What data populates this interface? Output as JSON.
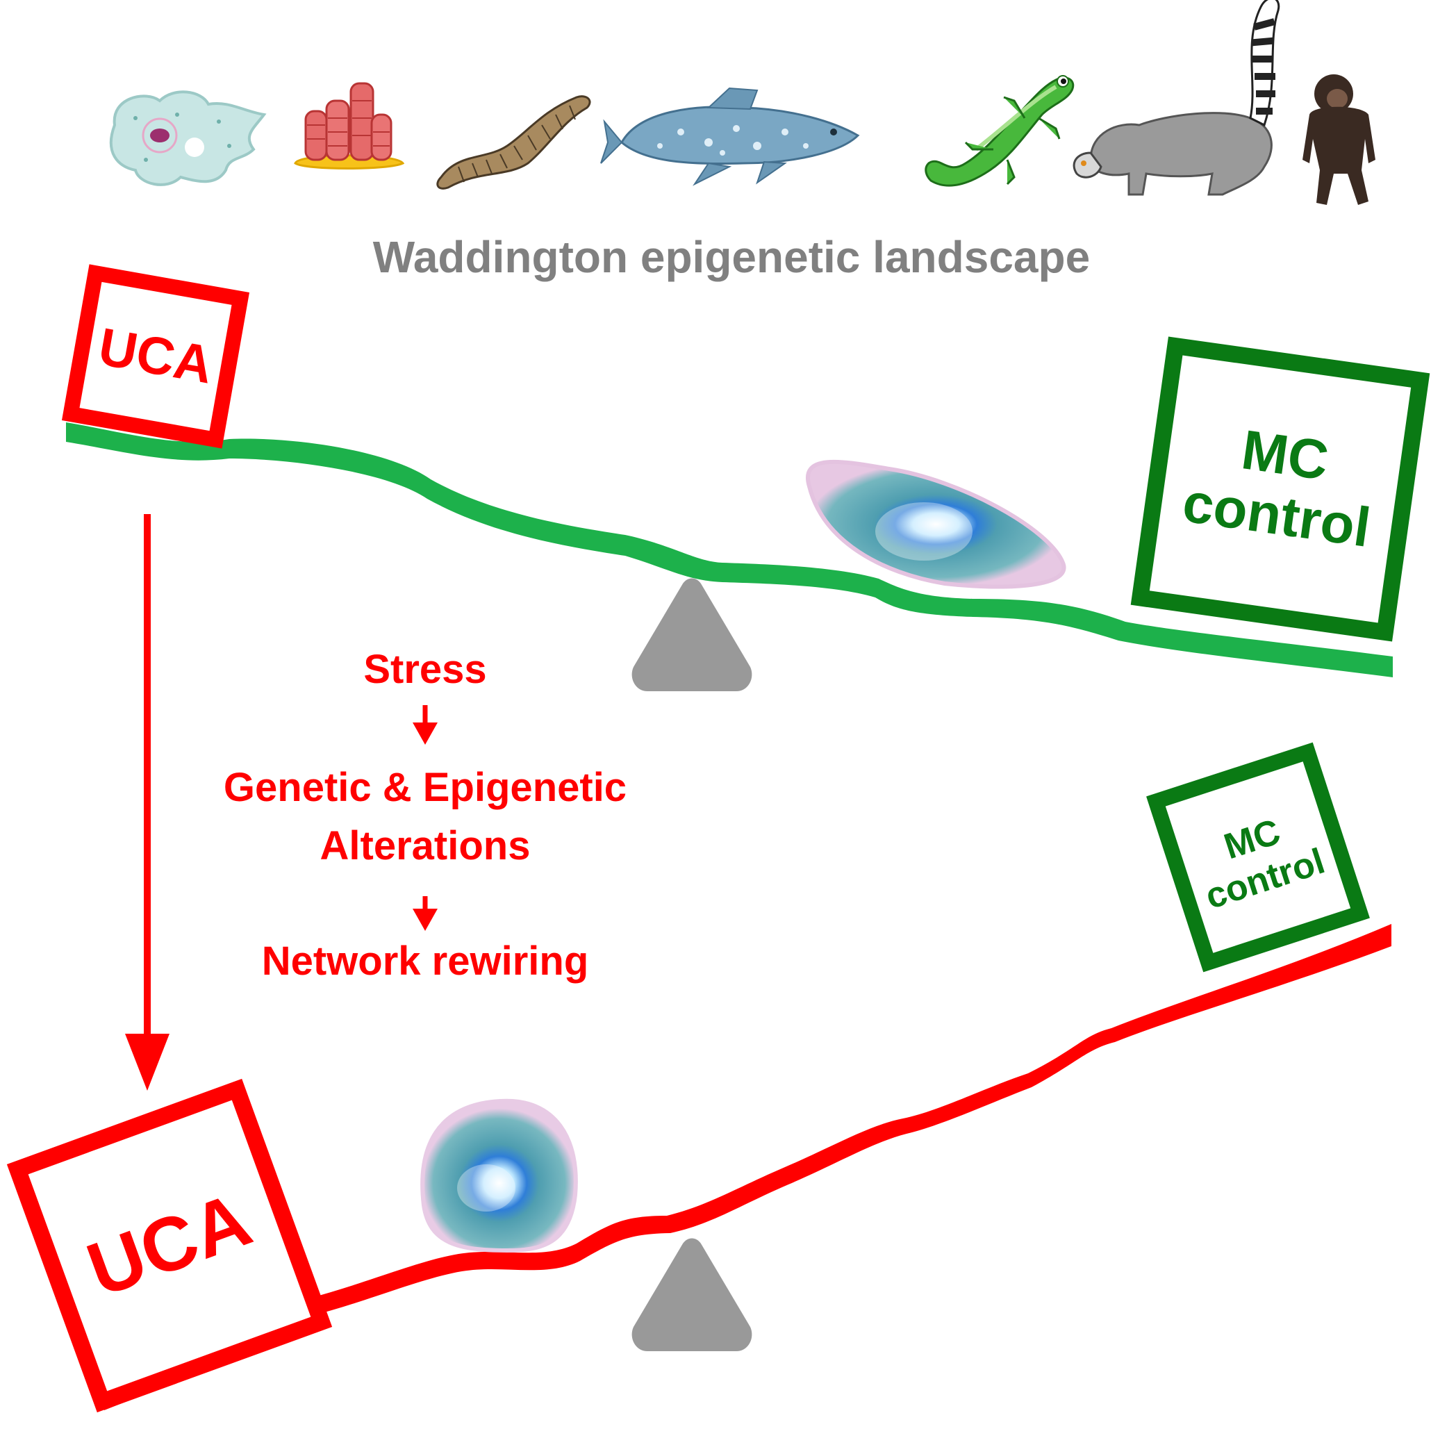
{
  "title": "Waddington epigenetic landscape",
  "organisms": [
    {
      "name": "amoeba",
      "icon": "amoeba-icon"
    },
    {
      "name": "sponge",
      "icon": "sponge-icon"
    },
    {
      "name": "worm",
      "icon": "worm-icon"
    },
    {
      "name": "coelacanth",
      "icon": "fish-icon"
    },
    {
      "name": "lizard",
      "icon": "lizard-icon"
    },
    {
      "name": "lemur",
      "icon": "lemur-icon"
    },
    {
      "name": "chimpanzee",
      "icon": "primate-icon"
    }
  ],
  "top_seesaw": {
    "left_box": "UCA",
    "right_box_line1": "MC",
    "right_box_line2": "control",
    "beam_color": "#1db14b",
    "uca_color": "#ff0000",
    "mc_color": "#0a7a14"
  },
  "process": {
    "step1": "Stress",
    "step2_line1": "Genetic & Epigenetic",
    "step2_line2": "Alterations",
    "step3": "Network rewiring",
    "color": "#ff0000"
  },
  "bottom_seesaw": {
    "left_box": "UCA",
    "right_box_line1": "MC",
    "right_box_line2": "control",
    "beam_color": "#ff0000"
  },
  "colors": {
    "title": "#808080",
    "fulcrum": "#999999",
    "cell": "#5aa6b0"
  }
}
